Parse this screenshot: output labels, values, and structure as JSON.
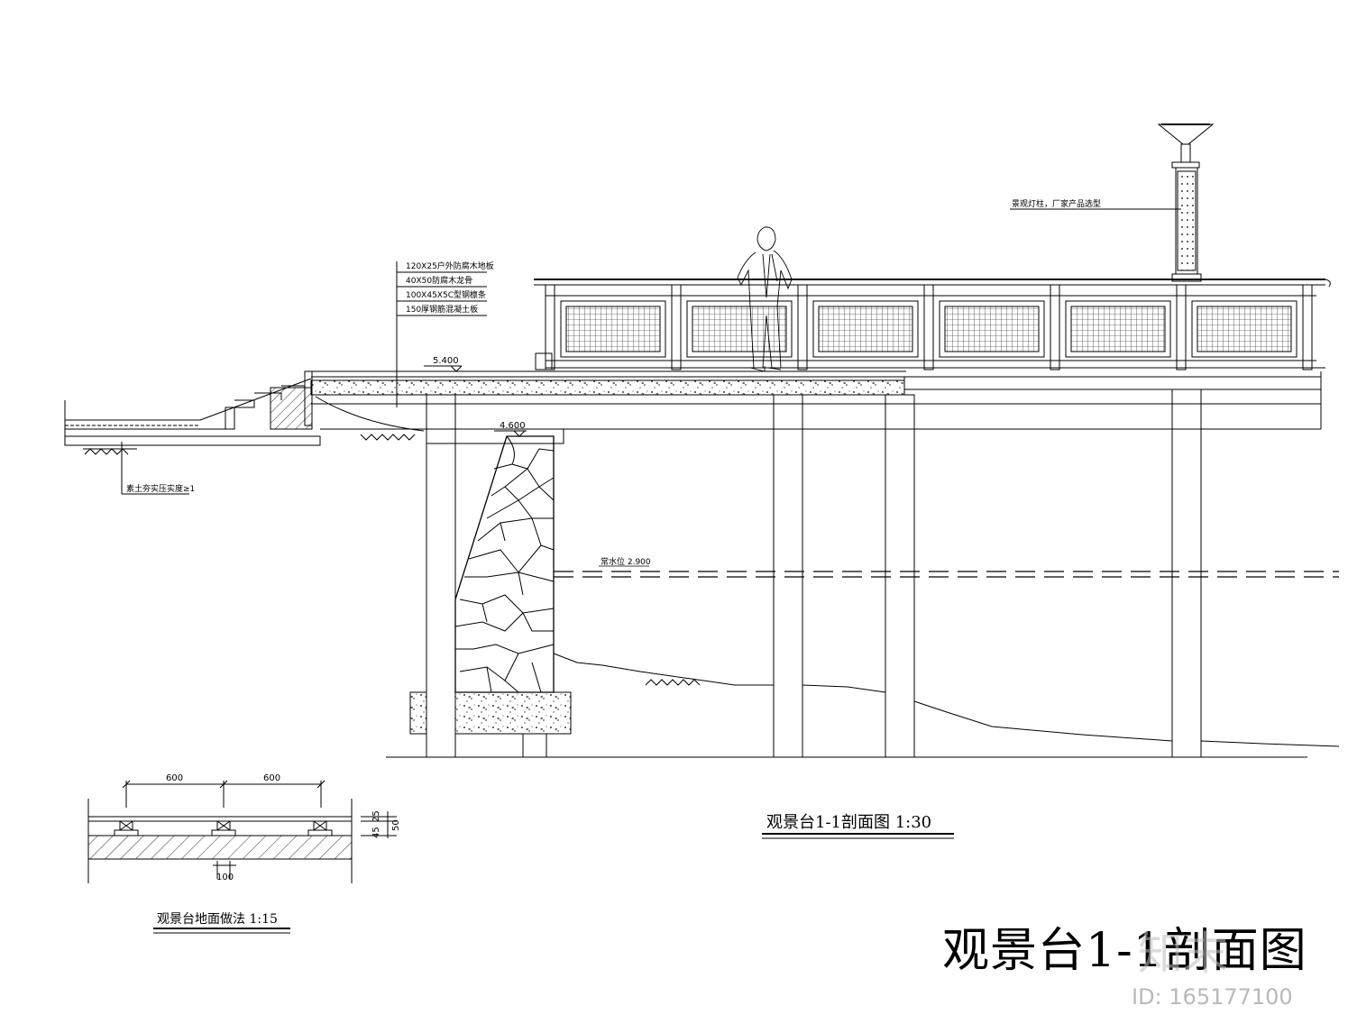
{
  "section": {
    "elevations": {
      "deck": "5.400",
      "beam": "4.600"
    },
    "water_level_label": "常水位 2.900",
    "deck_layers": [
      "120X25户外防腐木地板",
      "40X50防腐木龙骨",
      "100X45X5C型钢檩条",
      "150厚钢筋混凝土板"
    ],
    "lamp_label": "景观灯柱，厂家产品选型",
    "ground_note": "素土夯实压实度≥1"
  },
  "detail": {
    "dim_top": [
      "600",
      "600"
    ],
    "dim_right": [
      "45",
      "25",
      "50"
    ],
    "dim_bottom": "100",
    "caption": "观景台地面做法 1:15"
  },
  "section_caption": "观景台1-1剖面图 1:30",
  "sheet_title": "观景台1-1剖面图",
  "watermark": {
    "logo": "知末",
    "id": "ID: 165177100"
  }
}
